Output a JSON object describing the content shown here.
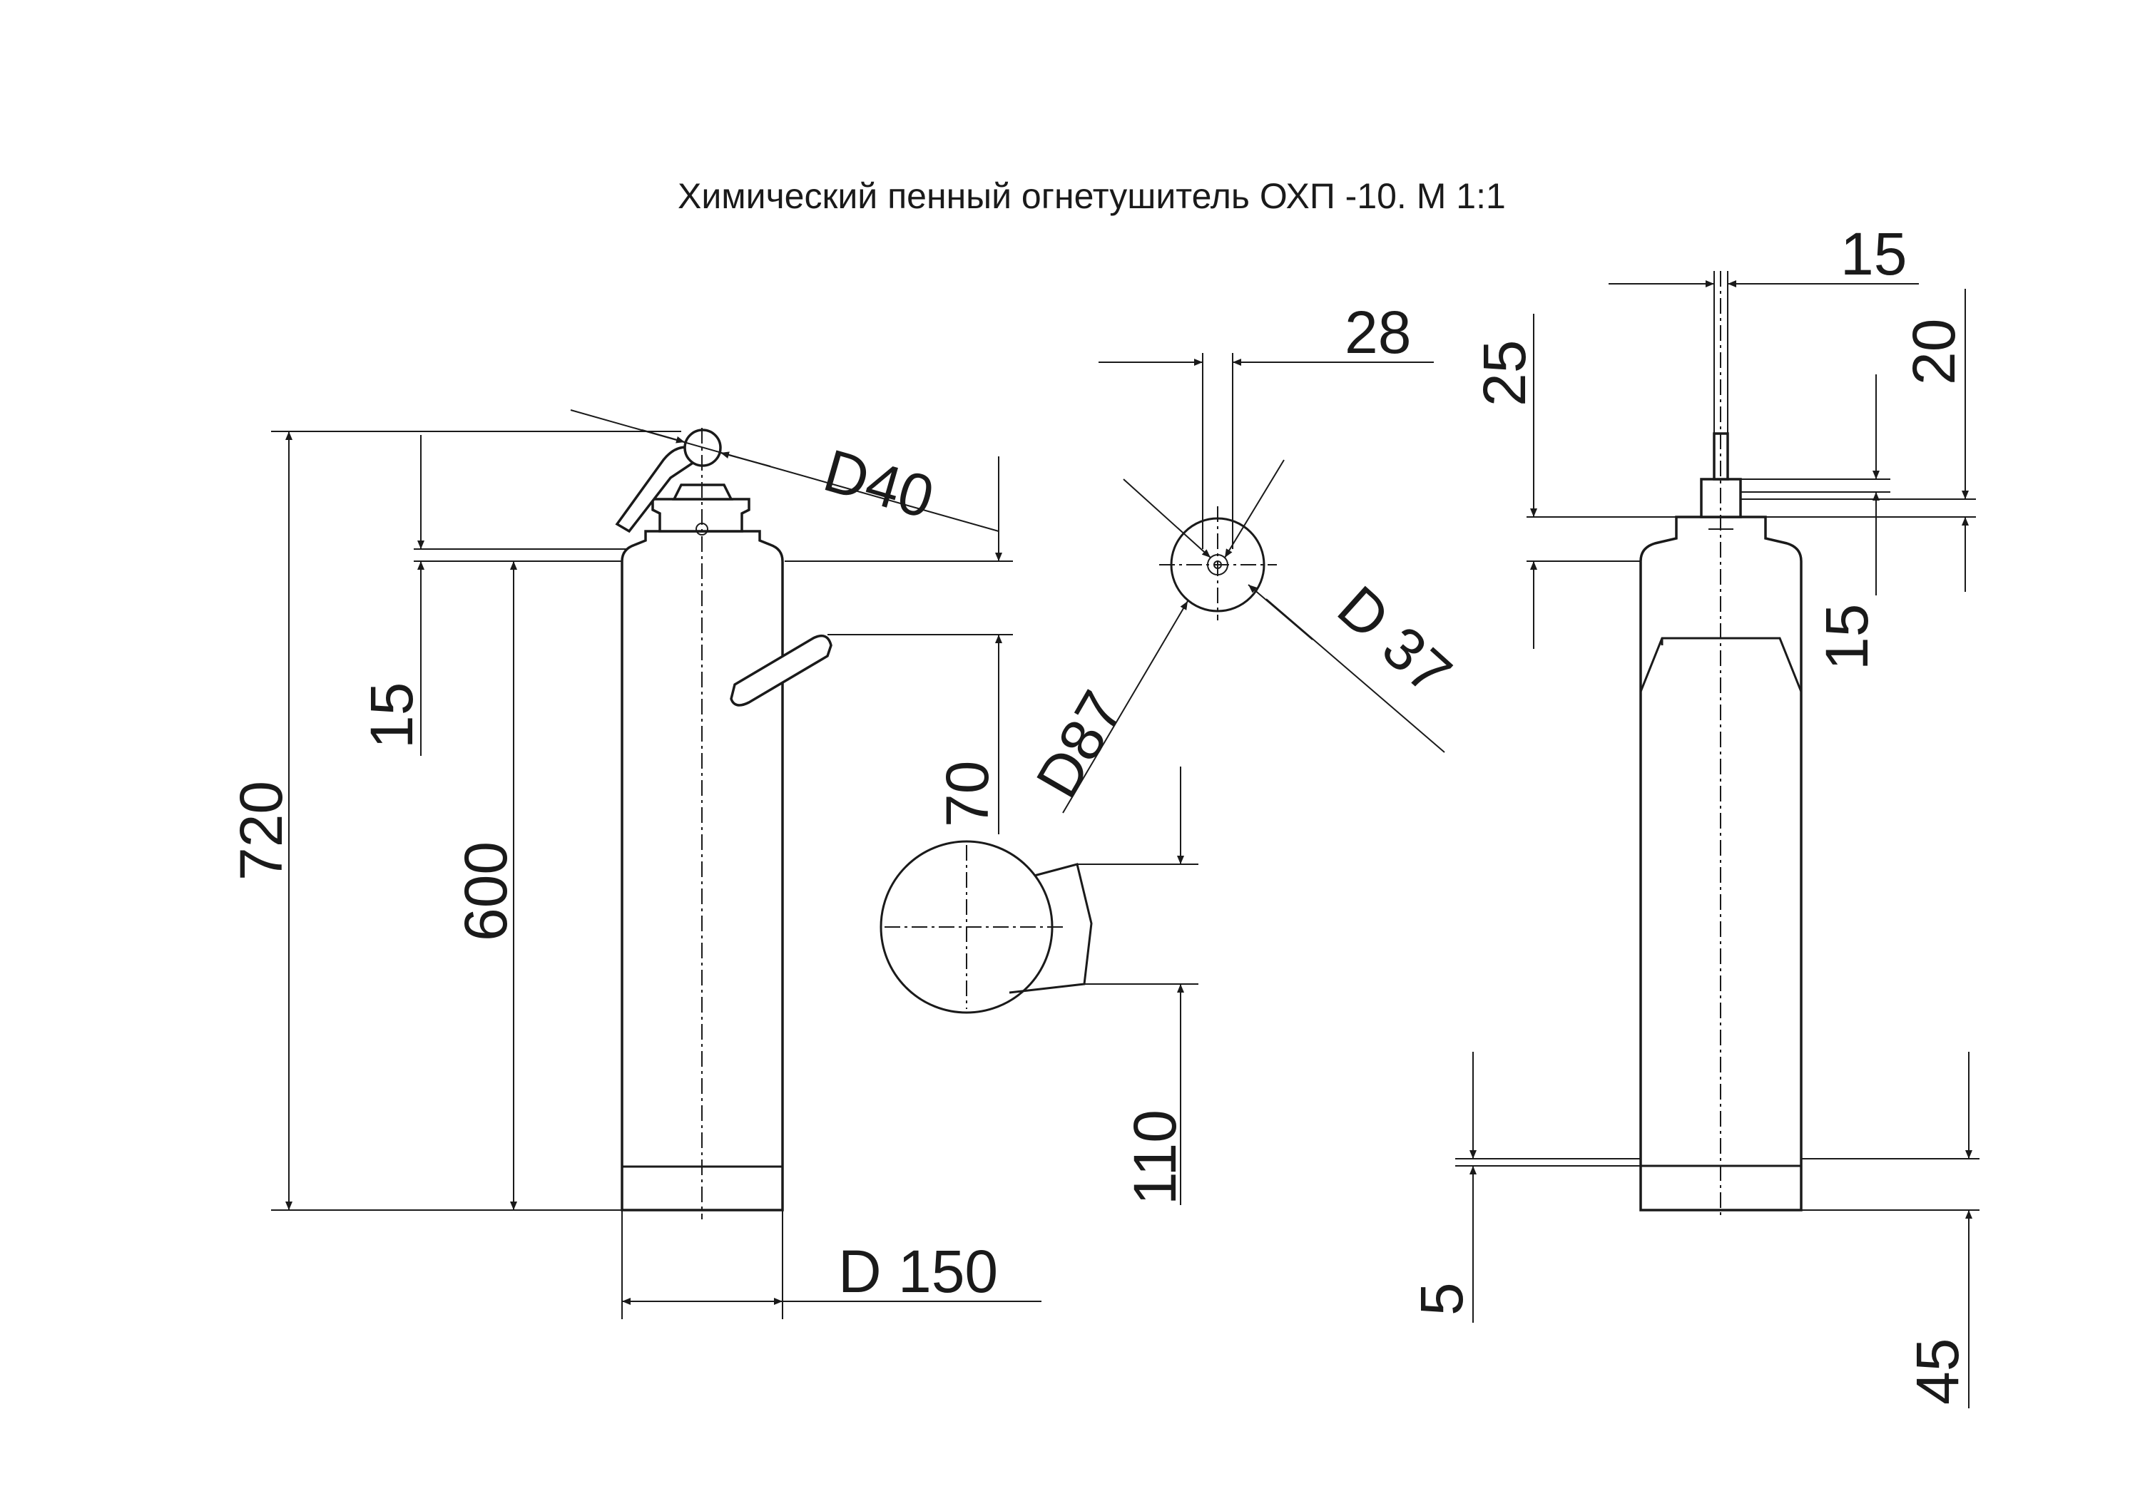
{
  "title": "Химический пенный огнетушитель ОХП -10. М 1:1",
  "dimensions": {
    "d40": "D40",
    "d150": "D 150",
    "h720": "720",
    "h600": "600",
    "h15_left": "15",
    "h70": "70",
    "w28": "28",
    "d87": "D87",
    "d37": "D 37",
    "h110": "110",
    "w15_top": "15",
    "h25": "25",
    "h20": "20",
    "h15_right": "15",
    "h5": "5",
    "h45": "45"
  },
  "colors": {
    "ink": "#1a1a1a",
    "paper": "#ffffff"
  }
}
